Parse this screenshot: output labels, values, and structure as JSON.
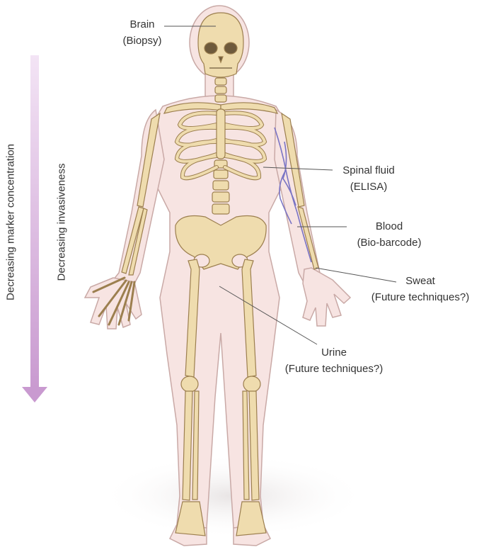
{
  "labels": {
    "brain": {
      "name": "Brain",
      "method": "(Biopsy)"
    },
    "spinal_fluid": {
      "name": "Spinal fluid",
      "method": "(ELISA)"
    },
    "blood": {
      "name": "Blood",
      "method": "(Bio-barcode)"
    },
    "sweat": {
      "name": "Sweat",
      "method": "(Future techniques?)"
    },
    "urine": {
      "name": "Urine",
      "method": "(Future techniques?)"
    }
  },
  "axis_labels": {
    "concentration": "Decreasing marker concentration",
    "invasiveness": "Decreasing invasiveness"
  },
  "colors": {
    "arrow": "#c99ad0",
    "skin": "#f7e4e2",
    "skin_outline": "#c9a9a6",
    "bone": "#efdcae",
    "bone_outline": "#9c7f4f",
    "vein": "#7a74c4",
    "leader_line": "#555555"
  }
}
